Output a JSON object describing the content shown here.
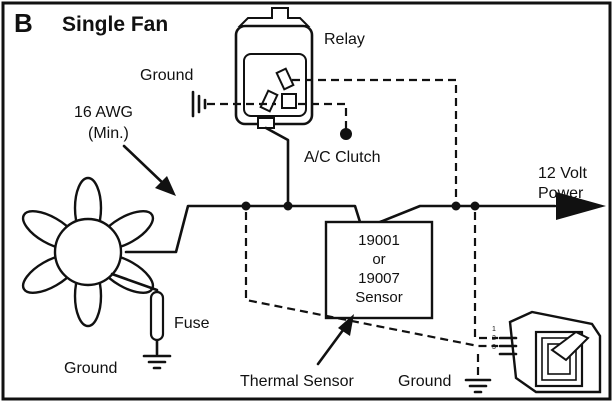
{
  "figure": {
    "letter": "B",
    "title": "Single Fan"
  },
  "labels": {
    "relay": "Relay",
    "ground_top": "Ground",
    "wire_gauge_line1": "16 AWG",
    "wire_gauge_line2": "(Min.)",
    "ac_clutch": "A/C Clutch",
    "power_line1": "12 Volt",
    "power_line2": "Power",
    "sensor_line1": "19001",
    "sensor_line2": "or",
    "sensor_line3": "19007",
    "sensor_line4": "Sensor",
    "fuse": "Fuse",
    "ground_left": "Ground",
    "thermal_sensor": "Thermal Sensor",
    "ground_right": "Ground",
    "switch_pin1": "1",
    "switch_pin2": "2",
    "switch_pin3": "3"
  }
}
